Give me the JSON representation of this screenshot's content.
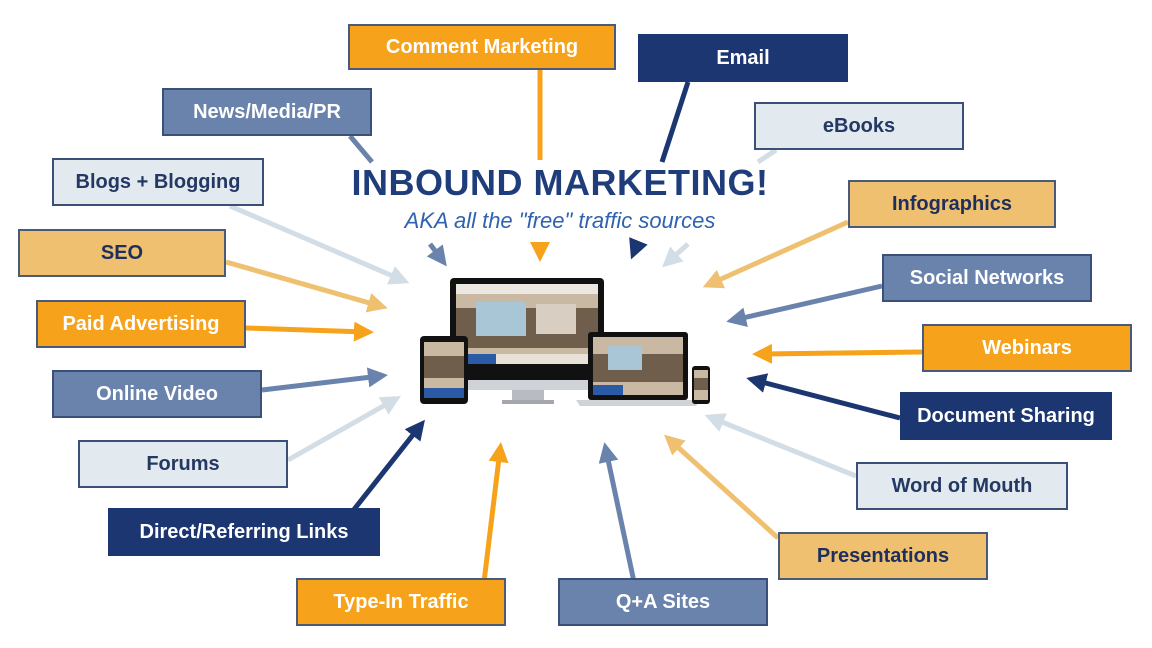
{
  "diagram": {
    "title": "INBOUND MARKETING!",
    "subtitle": "AKA all the \"free\" traffic sources",
    "center_icon": "devices-illustration",
    "colors": {
      "orange": "#f7a21b",
      "tan": "#eec070",
      "navy": "#1c3672",
      "slate": "#6a83ad",
      "light_blue": "#e2e9ef",
      "title_blue": "#1f3d7a"
    },
    "sources": [
      {
        "id": "comment-marketing",
        "label": "Comment Marketing",
        "style": "orange"
      },
      {
        "id": "email",
        "label": "Email",
        "style": "navy"
      },
      {
        "id": "news-media-pr",
        "label": "News/Media/PR",
        "style": "slate"
      },
      {
        "id": "ebooks",
        "label": "eBooks",
        "style": "lightblue"
      },
      {
        "id": "blogs-blogging",
        "label": "Blogs + Blogging",
        "style": "lightblue"
      },
      {
        "id": "infographics",
        "label": "Infographics",
        "style": "tan"
      },
      {
        "id": "seo",
        "label": "SEO",
        "style": "tan"
      },
      {
        "id": "social-networks",
        "label": "Social Networks",
        "style": "slate"
      },
      {
        "id": "paid-advertising",
        "label": "Paid Advertising",
        "style": "orange"
      },
      {
        "id": "webinars",
        "label": "Webinars",
        "style": "orange"
      },
      {
        "id": "online-video",
        "label": "Online Video",
        "style": "slate"
      },
      {
        "id": "document-sharing",
        "label": "Document Sharing",
        "style": "navy"
      },
      {
        "id": "forums",
        "label": "Forums",
        "style": "lightblue"
      },
      {
        "id": "word-of-mouth",
        "label": "Word of Mouth",
        "style": "lightblue"
      },
      {
        "id": "direct-referring-links",
        "label": "Direct/Referring Links",
        "style": "navy"
      },
      {
        "id": "presentations",
        "label": "Presentations",
        "style": "tan"
      },
      {
        "id": "type-in-traffic",
        "label": "Type-In Traffic",
        "style": "orange"
      },
      {
        "id": "qa-sites",
        "label": "Q+A Sites",
        "style": "slate"
      }
    ]
  }
}
